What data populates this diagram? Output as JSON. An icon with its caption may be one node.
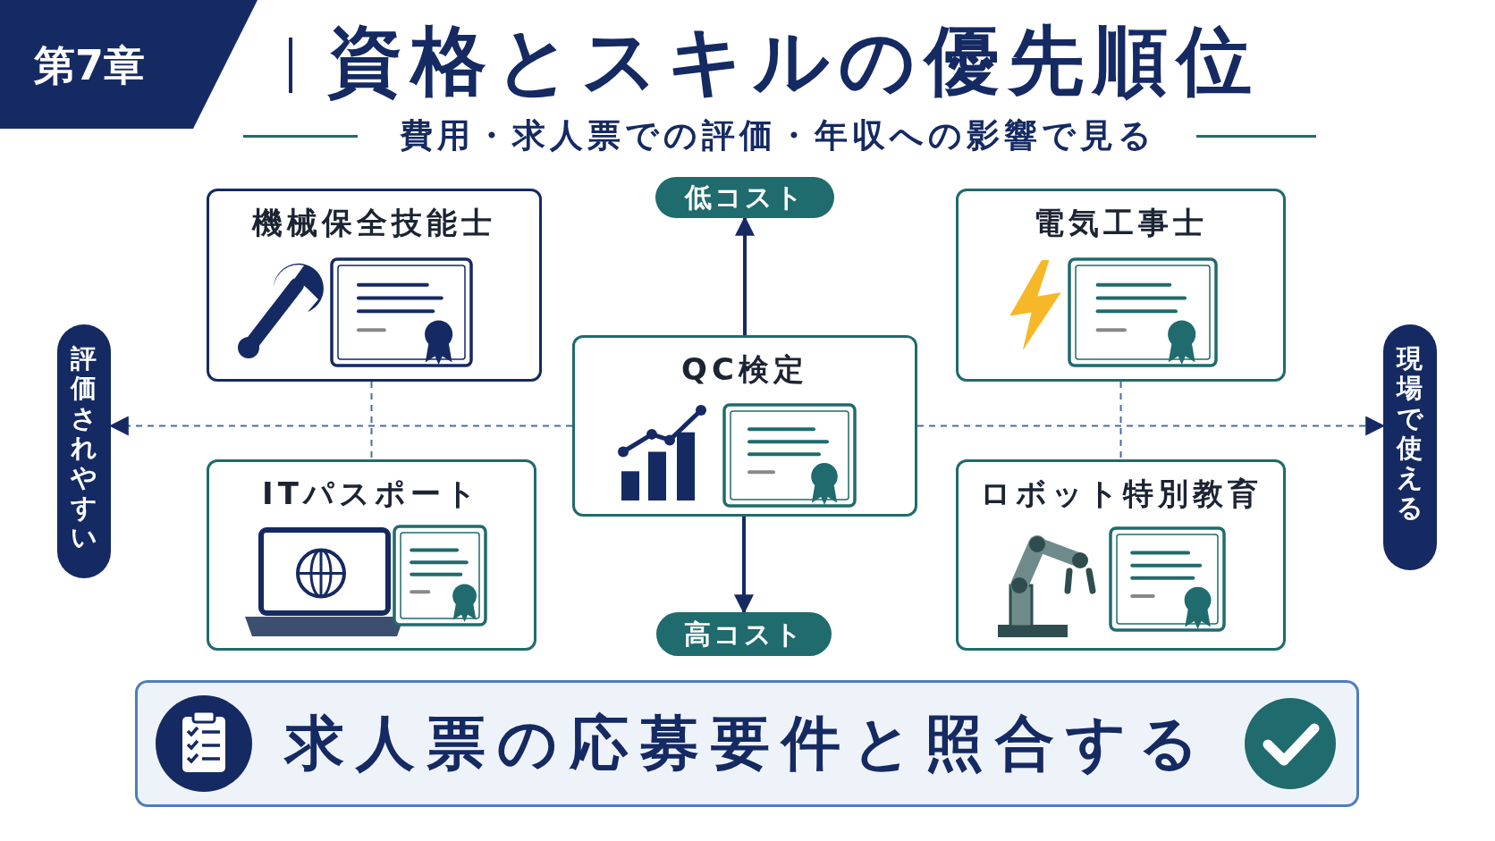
{
  "diagram": {
    "title": "資格とスキルの優先順位",
    "nodes": [
      {
        "text": [
          "第7章"
        ]
      },
      {
        "text": [
          "機械保全技能士"
        ]
      },
      {
        "text": [
          "低コスト"
        ]
      },
      {
        "text": [
          "電気工事士"
        ]
      },
      {
        "text": [
          "評価されやすい"
        ]
      },
      {
        "text": [
          "QC検定"
        ]
      },
      {
        "text": [
          "現場で使える"
        ]
      },
      {
        "text": [
          "ITパスポート"
        ]
      },
      {
        "text": [
          "高コスト"
        ]
      },
      {
        "text": [
          "ロボット特別教育"
        ]
      },
      {
        "text": [
          "求人票の応募要件と照合する"
        ]
      }
    ],
    "edges": [
      {
        "from": 5,
        "to": 2,
        "arrow": "to"
      },
      {
        "from": 5,
        "to": 8,
        "arrow": "to"
      },
      {
        "from": 5,
        "to": 4,
        "arrow": "to",
        "style": "dashed"
      },
      {
        "from": 5,
        "to": 6,
        "arrow": "to",
        "style": "dashed"
      },
      {
        "from": 1,
        "to": 7,
        "arrow": "none",
        "style": "dashed"
      },
      {
        "from": 3,
        "to": 9,
        "arrow": "none",
        "style": "dashed"
      }
    ],
    "labels": [
      "費用・求人票での評価・年収への影響で見る"
    ]
  }
}
